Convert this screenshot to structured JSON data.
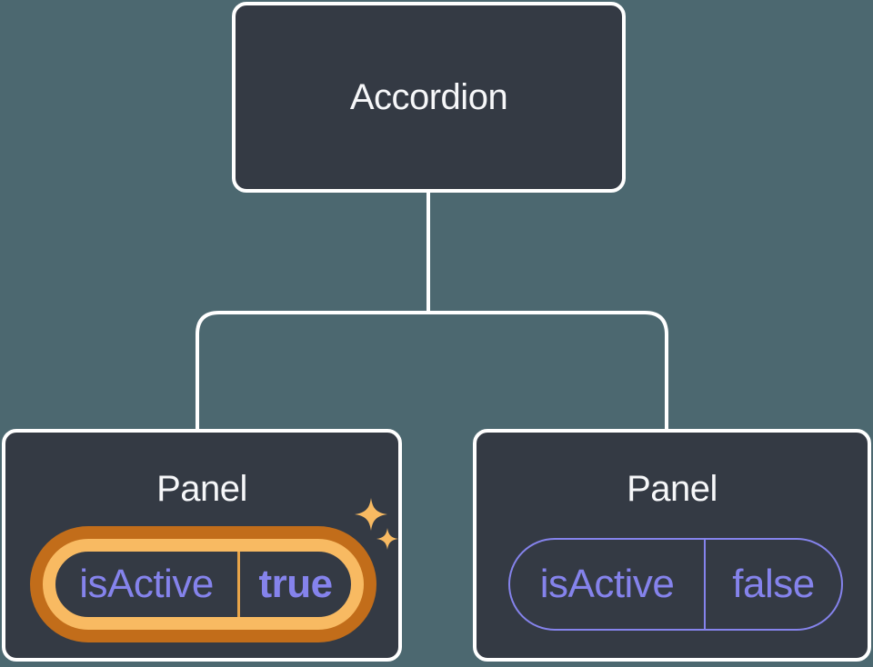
{
  "diagram": {
    "root_node": {
      "label": "Accordion"
    },
    "panels": [
      {
        "label": "Panel",
        "prop": {
          "name": "isActive",
          "value": "true"
        },
        "highlighted": true,
        "sparkles": true
      },
      {
        "label": "Panel",
        "prop": {
          "name": "isActive",
          "value": "false"
        },
        "highlighted": false,
        "sparkles": false
      }
    ]
  },
  "icons": {
    "sparkle": "four-point-star"
  },
  "colors": {
    "background": "#4C6870",
    "card": "#343A44",
    "card_border": "#FFFFFF",
    "connector": "#FFFFFF",
    "title_text": "#F6F7F9",
    "prop_text": "#8583EC",
    "pill_border_inactive": "#8583EC",
    "pill_ring_outer": "#C26D1A",
    "pill_ring_inner": "#F8BA62",
    "pill_divider_active": "#E8A449",
    "sparkle": "#F8BA62"
  }
}
